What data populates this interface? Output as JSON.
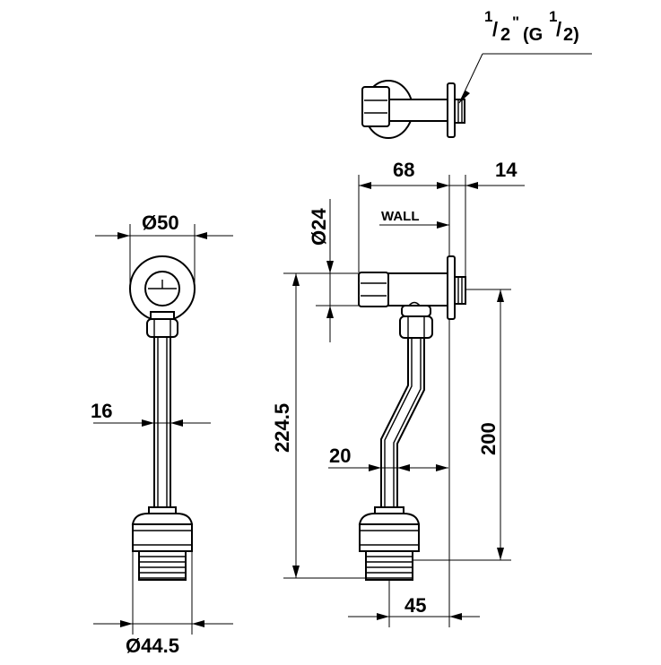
{
  "thread_spec": {
    "a": "1",
    "b": "/",
    "c": "2",
    "d": "\"",
    "e": "(G",
    "f": "1",
    "g": "/",
    "h": "2)"
  },
  "dims": {
    "d50": "Ø50",
    "d16": "16",
    "d445": "Ø44.5",
    "d24": "Ø24",
    "d68": "68",
    "d14": "14",
    "wall": "WALL",
    "d2245": "224.5",
    "d200": "200",
    "d20": "20",
    "d45": "45"
  }
}
